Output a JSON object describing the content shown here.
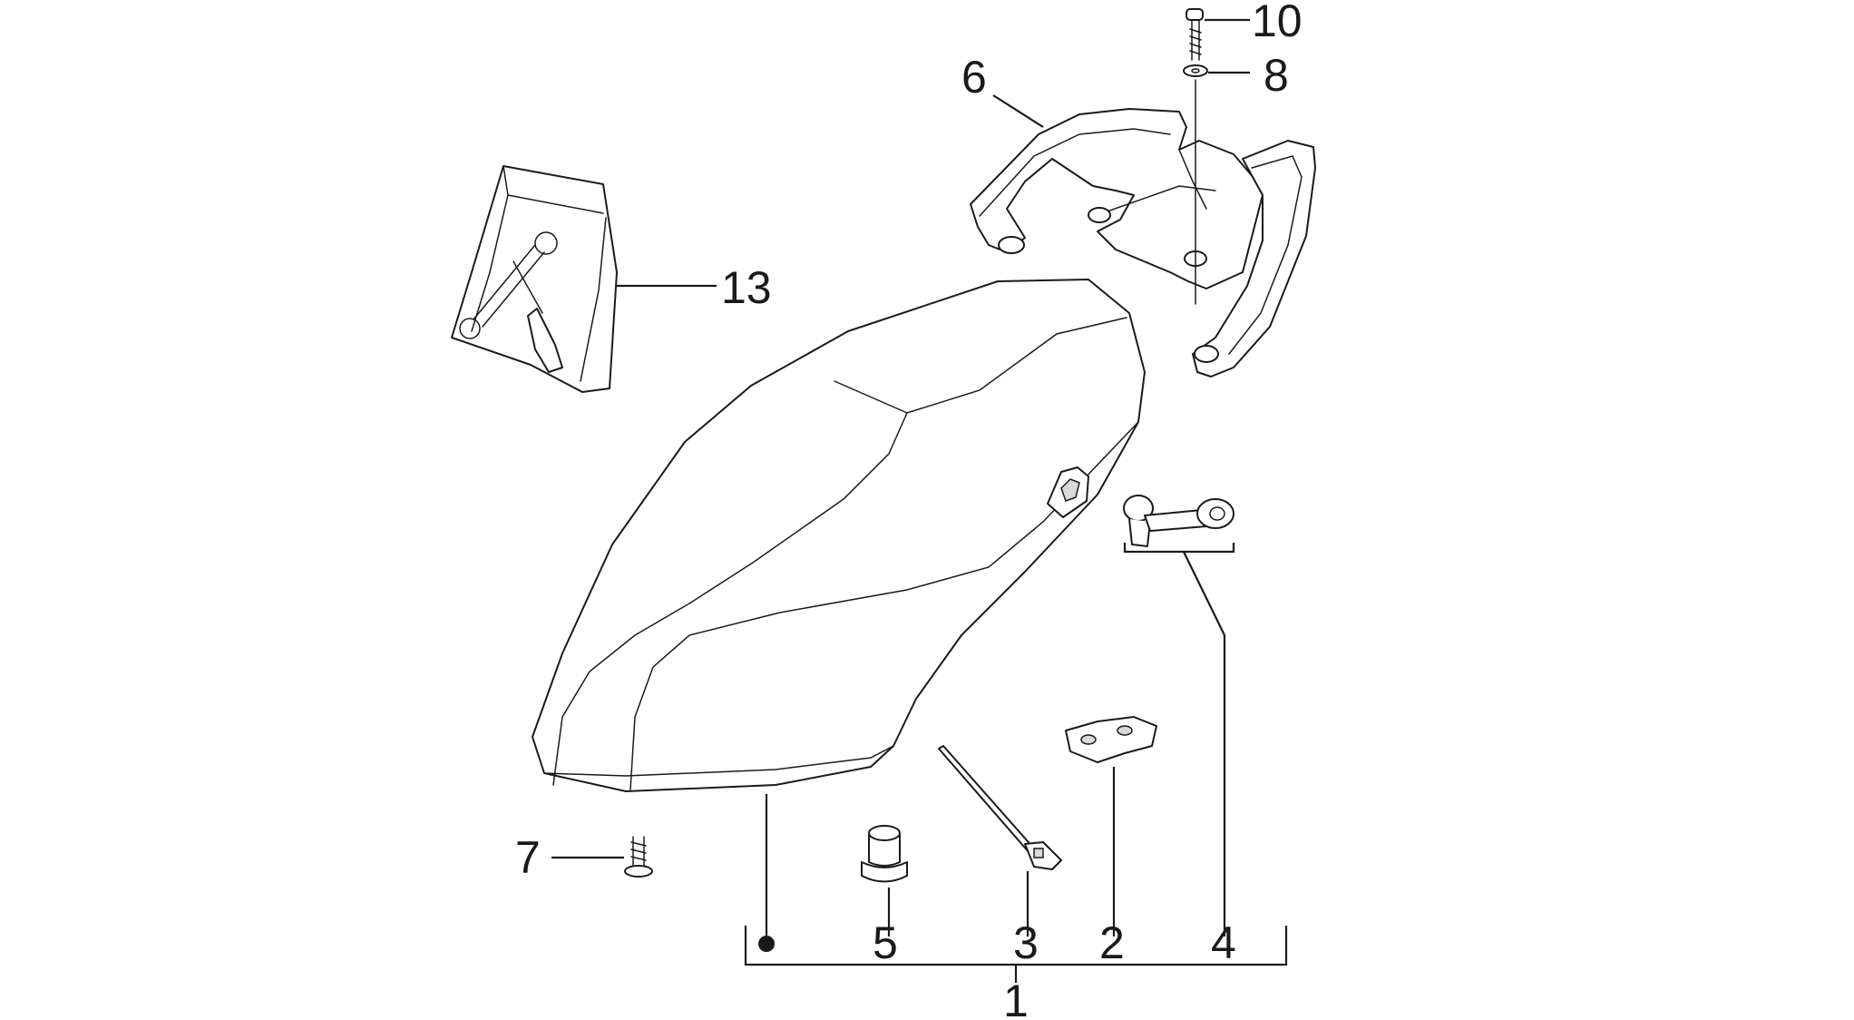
{
  "callouts": {
    "c1": "1",
    "c2": "2",
    "c3": "3",
    "c4": "4",
    "c5": "5",
    "c6": "6",
    "c7": "7",
    "c8": "8",
    "c10": "10",
    "c13": "13"
  },
  "colors": {
    "line": "#1a1a1a",
    "background": "#ffffff",
    "shade": "#d9d9d9"
  }
}
